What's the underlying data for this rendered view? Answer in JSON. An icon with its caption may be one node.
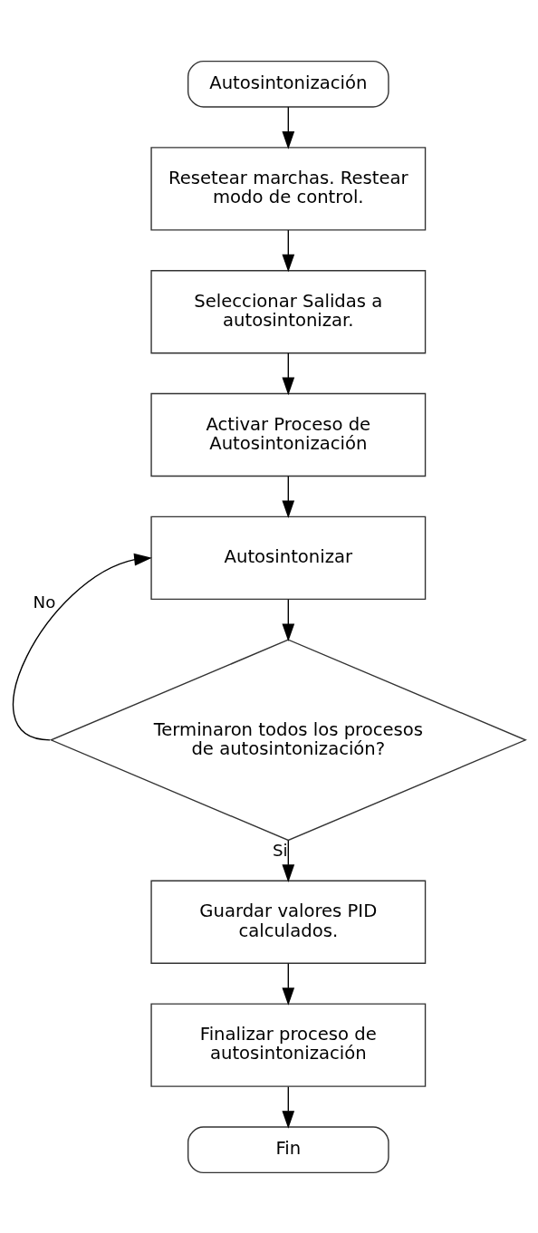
{
  "diagram": {
    "nodes": [
      {
        "text": [
          "Autosintonización"
        ]
      },
      {
        "text": [
          "Resetear marchas. Restear modo de control."
        ]
      },
      {
        "text": [
          "Seleccionar Salidas a autosintonizar."
        ]
      },
      {
        "text": [
          "Activar Proceso de Autosintonización"
        ]
      },
      {
        "text": [
          "Autosintonizar"
        ]
      },
      {
        "text": [
          "Terminaron todos los procesos de autosintonización?"
        ]
      },
      {
        "text": [
          "Guardar valores PID calculados."
        ]
      },
      {
        "text": [
          "Finalizar proceso de autosintonización"
        ]
      },
      {
        "text": [
          "Fin"
        ]
      }
    ],
    "edges": [
      {
        "from": 0,
        "to": 1,
        "arrow": "to"
      },
      {
        "from": 1,
        "to": 2,
        "arrow": "to"
      },
      {
        "from": 2,
        "to": 3,
        "arrow": "to"
      },
      {
        "from": 3,
        "to": 4,
        "arrow": "to"
      },
      {
        "from": 4,
        "to": 5,
        "arrow": "to"
      },
      {
        "from": 5,
        "to": 4,
        "arrow": "to",
        "label": "No"
      },
      {
        "from": 5,
        "to": 6,
        "arrow": "to",
        "label": "Si"
      },
      {
        "from": 6,
        "to": 7,
        "arrow": "to"
      },
      {
        "from": 7,
        "to": 8,
        "arrow": "to"
      }
    ]
  }
}
